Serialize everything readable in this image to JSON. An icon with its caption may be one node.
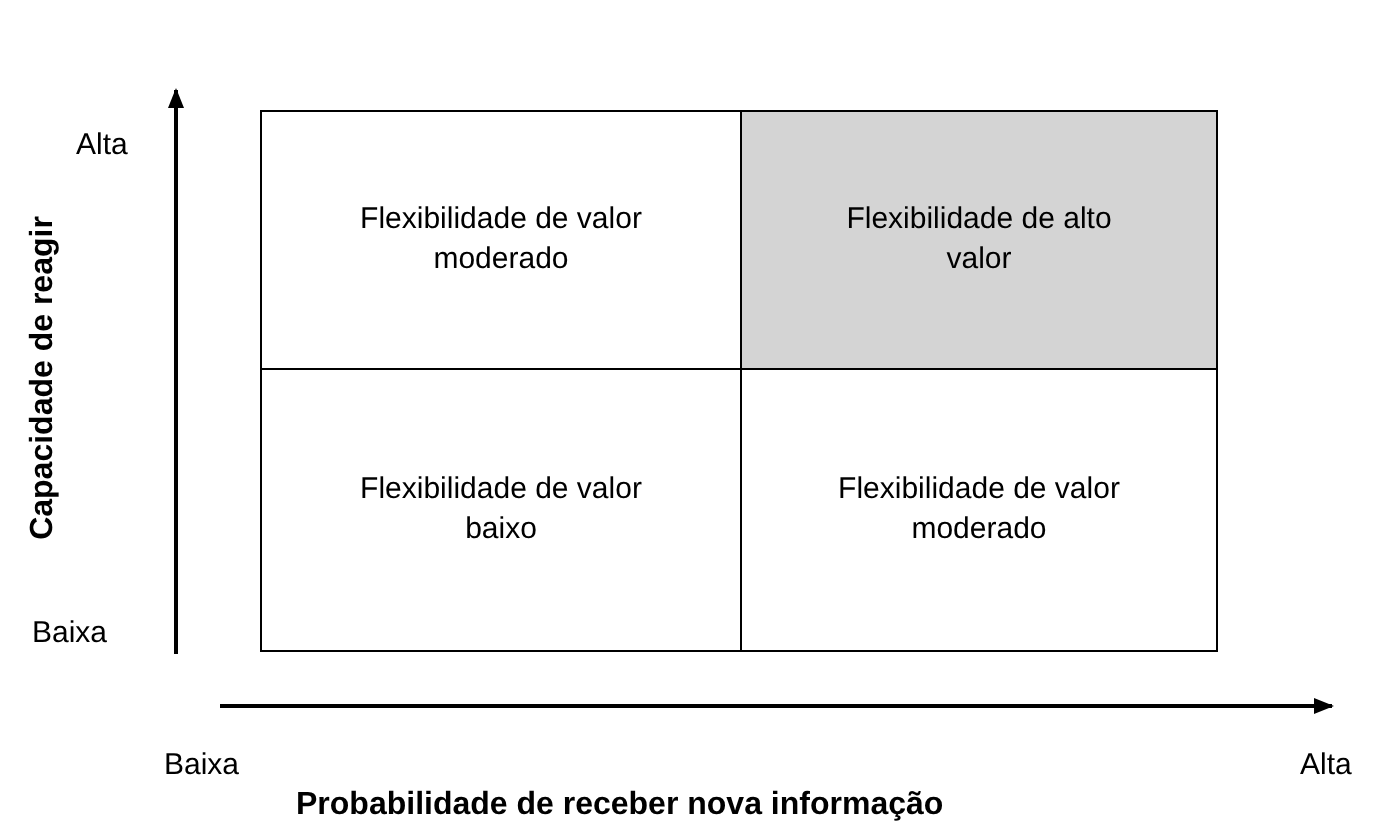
{
  "diagram": {
    "nodes": [
      {
        "text": [
          "Flexibilidade de valor moderado"
        ]
      },
      {
        "text": [
          "Flexibilidade de alto valor"
        ]
      },
      {
        "text": [
          "Flexibilidade de valor baixo"
        ]
      },
      {
        "text": [
          "Flexibilidade de valor moderado"
        ]
      }
    ],
    "labels": [
      "Alta",
      "Capacidade de reagir",
      "Baixa",
      "Baixa",
      "Alta",
      "Probabilidade de receber nova informação"
    ]
  }
}
